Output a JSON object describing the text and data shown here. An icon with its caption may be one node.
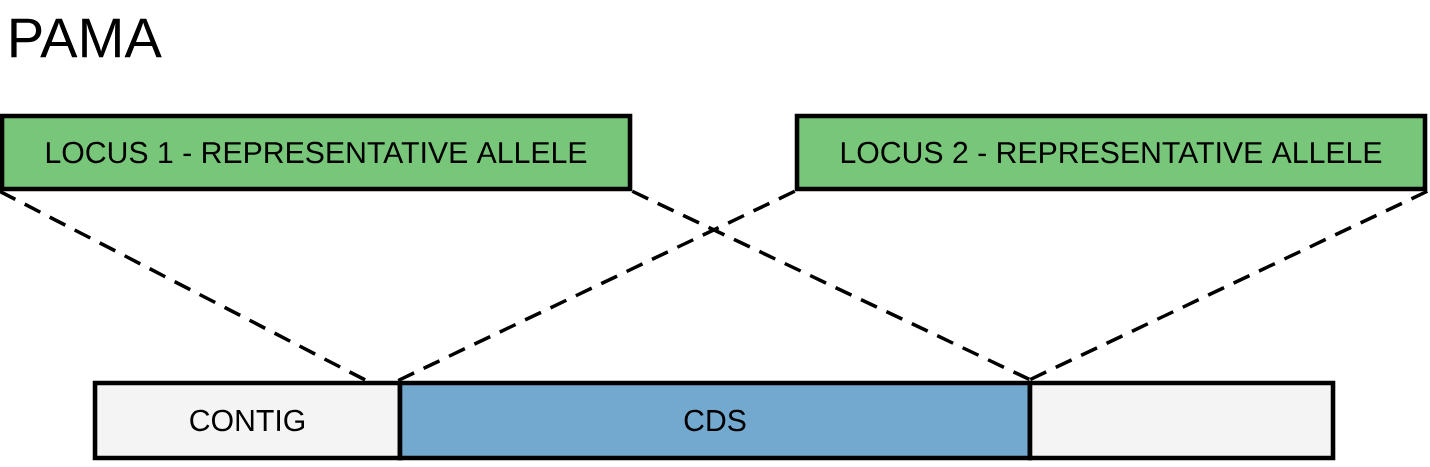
{
  "diagram": {
    "title": "PAMA",
    "nodes": [
      {
        "text": [
          "LOCUS 1 - REPRESENTATIVE ALLELE"
        ]
      },
      {
        "text": [
          "LOCUS 2 - REPRESENTATIVE ALLELE"
        ]
      },
      {
        "text": [
          "CONTIG"
        ]
      },
      {
        "text": [
          "CDS"
        ]
      },
      {
        "text": [],
        "shape": "box"
      }
    ],
    "edges": [
      {
        "from": 0,
        "to": 2,
        "arrow": "none",
        "style": "dashed"
      },
      {
        "from": 0,
        "to": 3,
        "arrow": "none",
        "style": "dashed"
      },
      {
        "from": 1,
        "to": 3,
        "arrow": "none",
        "style": "dashed"
      },
      {
        "from": 1,
        "to": 4,
        "arrow": "none",
        "style": "dashed"
      }
    ]
  }
}
